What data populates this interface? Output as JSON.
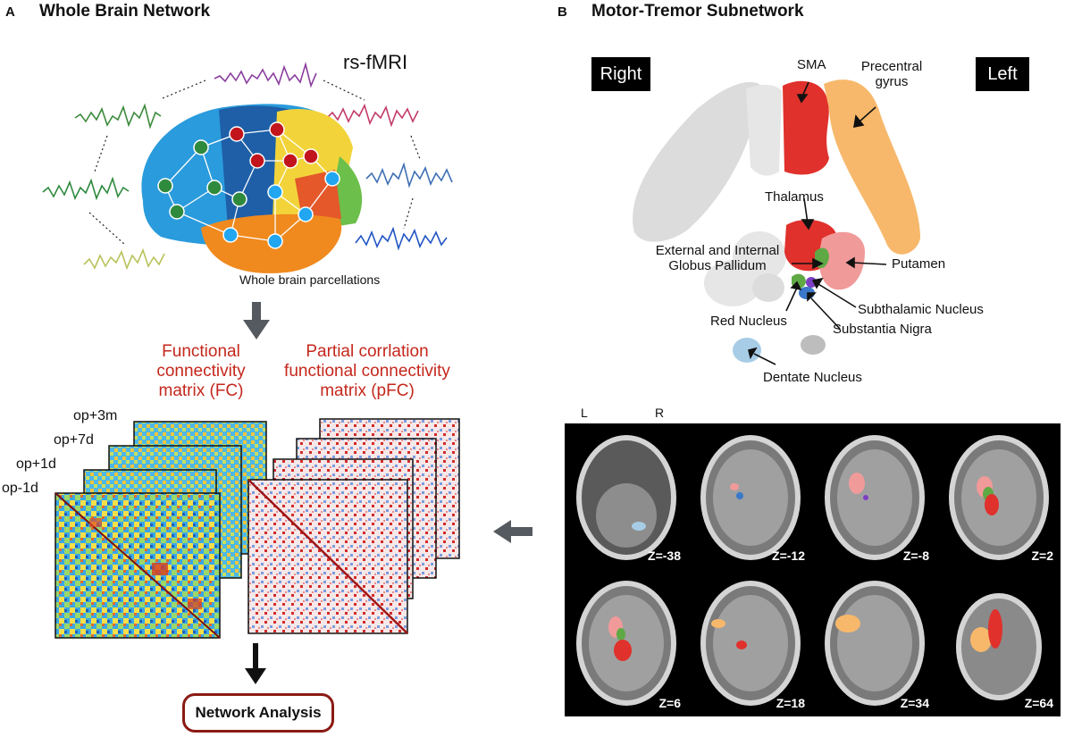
{
  "panel_a": {
    "letter": "A",
    "title": "Whole Brain Network",
    "modality": "rs-fMRI",
    "parcellation_caption": "Whole brain parcellations",
    "fc_label": [
      "Functional",
      "connectivity",
      "matrix (FC)"
    ],
    "pfc_label": [
      "Partial corrlation",
      "functional connectivity",
      "matrix (pFC)"
    ],
    "timepoints": [
      "op+3m",
      "op+7d",
      "op+1d",
      "op-1d"
    ],
    "analysis_button": "Network Analysis"
  },
  "panel_b": {
    "letter": "B",
    "title": "Motor-Tremor Subnetwork",
    "right_label": "Right",
    "left_label": "Left",
    "regions": {
      "sma": "SMA",
      "precentral": [
        "Precentral",
        "gyrus"
      ],
      "thalamus": "Thalamus",
      "globus_pallidus": [
        "External and Internal",
        "Globus Pallidum"
      ],
      "putamen": "Putamen",
      "subthalamic": "Subthalamic Nucleus",
      "red_nucleus": "Red Nucleus",
      "substantia_nigra": "Substantia Nigra",
      "dentate": "Dentate Nucleus"
    },
    "orientation": {
      "left": "L",
      "right": "R"
    },
    "slices": [
      "Z=-38",
      "Z=-12",
      "Z=-8",
      "Z=2",
      "Z=6",
      "Z=18",
      "Z=34",
      "Z=64"
    ]
  },
  "colors": {
    "sma": "#e0312c",
    "precentral": "#f7b86b",
    "thalamus": "#e0312c",
    "putamen": "#f19a9a",
    "globus_pallidus": "#5fa945",
    "subthalamic": "#7c3fc4",
    "substantia_nigra": "#3a78c9",
    "dentate": "#a7cce6",
    "inactive": "#dcdcdc",
    "label_red": "#c4271c",
    "button_border": "#8b1a14",
    "arrow": "#555a60"
  }
}
